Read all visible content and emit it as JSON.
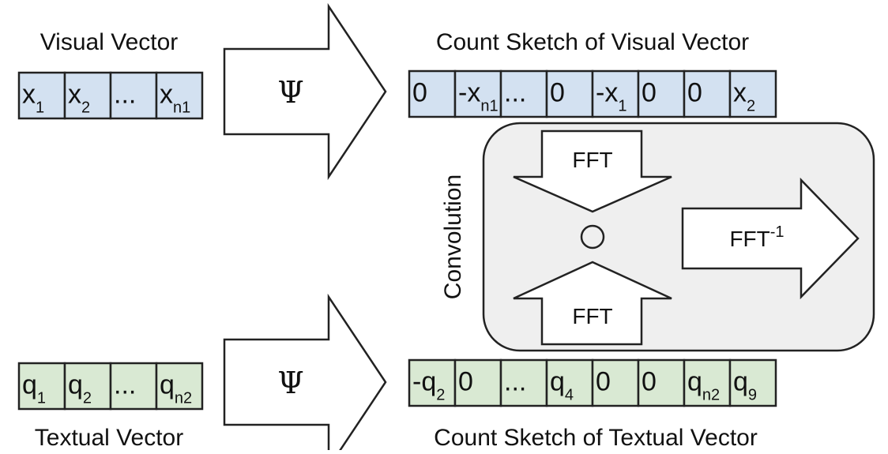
{
  "colors": {
    "visual_fill": "#d3e1f1",
    "textual_fill": "#d9e9d3",
    "box_fill": "#efefef",
    "stroke": "#222222"
  },
  "visual": {
    "label": "Visual Vector",
    "cells": [
      {
        "main": "x",
        "sub": "1"
      },
      {
        "main": "x",
        "sub": "2"
      },
      {
        "main": "...",
        "sub": ""
      },
      {
        "main": "x",
        "sub": "n1"
      }
    ]
  },
  "textual": {
    "label": "Textual Vector",
    "cells": [
      {
        "main": "q",
        "sub": "1"
      },
      {
        "main": "q",
        "sub": "2"
      },
      {
        "main": "...",
        "sub": ""
      },
      {
        "main": "q",
        "sub": "n2"
      }
    ]
  },
  "psi_label": "Ψ",
  "sketch_visual": {
    "label": "Count Sketch of Visual Vector",
    "cells": [
      {
        "main": "0",
        "sub": ""
      },
      {
        "main": "-x",
        "sub": "n1"
      },
      {
        "main": "...",
        "sub": ""
      },
      {
        "main": "0",
        "sub": ""
      },
      {
        "main": "-x",
        "sub": "1"
      },
      {
        "main": "0",
        "sub": ""
      },
      {
        "main": "0",
        "sub": ""
      },
      {
        "main": "x",
        "sub": "2"
      }
    ]
  },
  "sketch_textual": {
    "label": "Count Sketch of Textual Vector",
    "cells": [
      {
        "main": "-q",
        "sub": "2"
      },
      {
        "main": "0",
        "sub": ""
      },
      {
        "main": "...",
        "sub": ""
      },
      {
        "main": "q",
        "sub": "4"
      },
      {
        "main": "0",
        "sub": ""
      },
      {
        "main": "0",
        "sub": ""
      },
      {
        "main": "q",
        "sub": "n2"
      },
      {
        "main": "q",
        "sub": "9"
      }
    ]
  },
  "convolution": {
    "label": "Convolution",
    "fft_top": "FFT",
    "fft_bottom": "FFT",
    "ifft_main": "FFT",
    "ifft_sup": "-1"
  }
}
